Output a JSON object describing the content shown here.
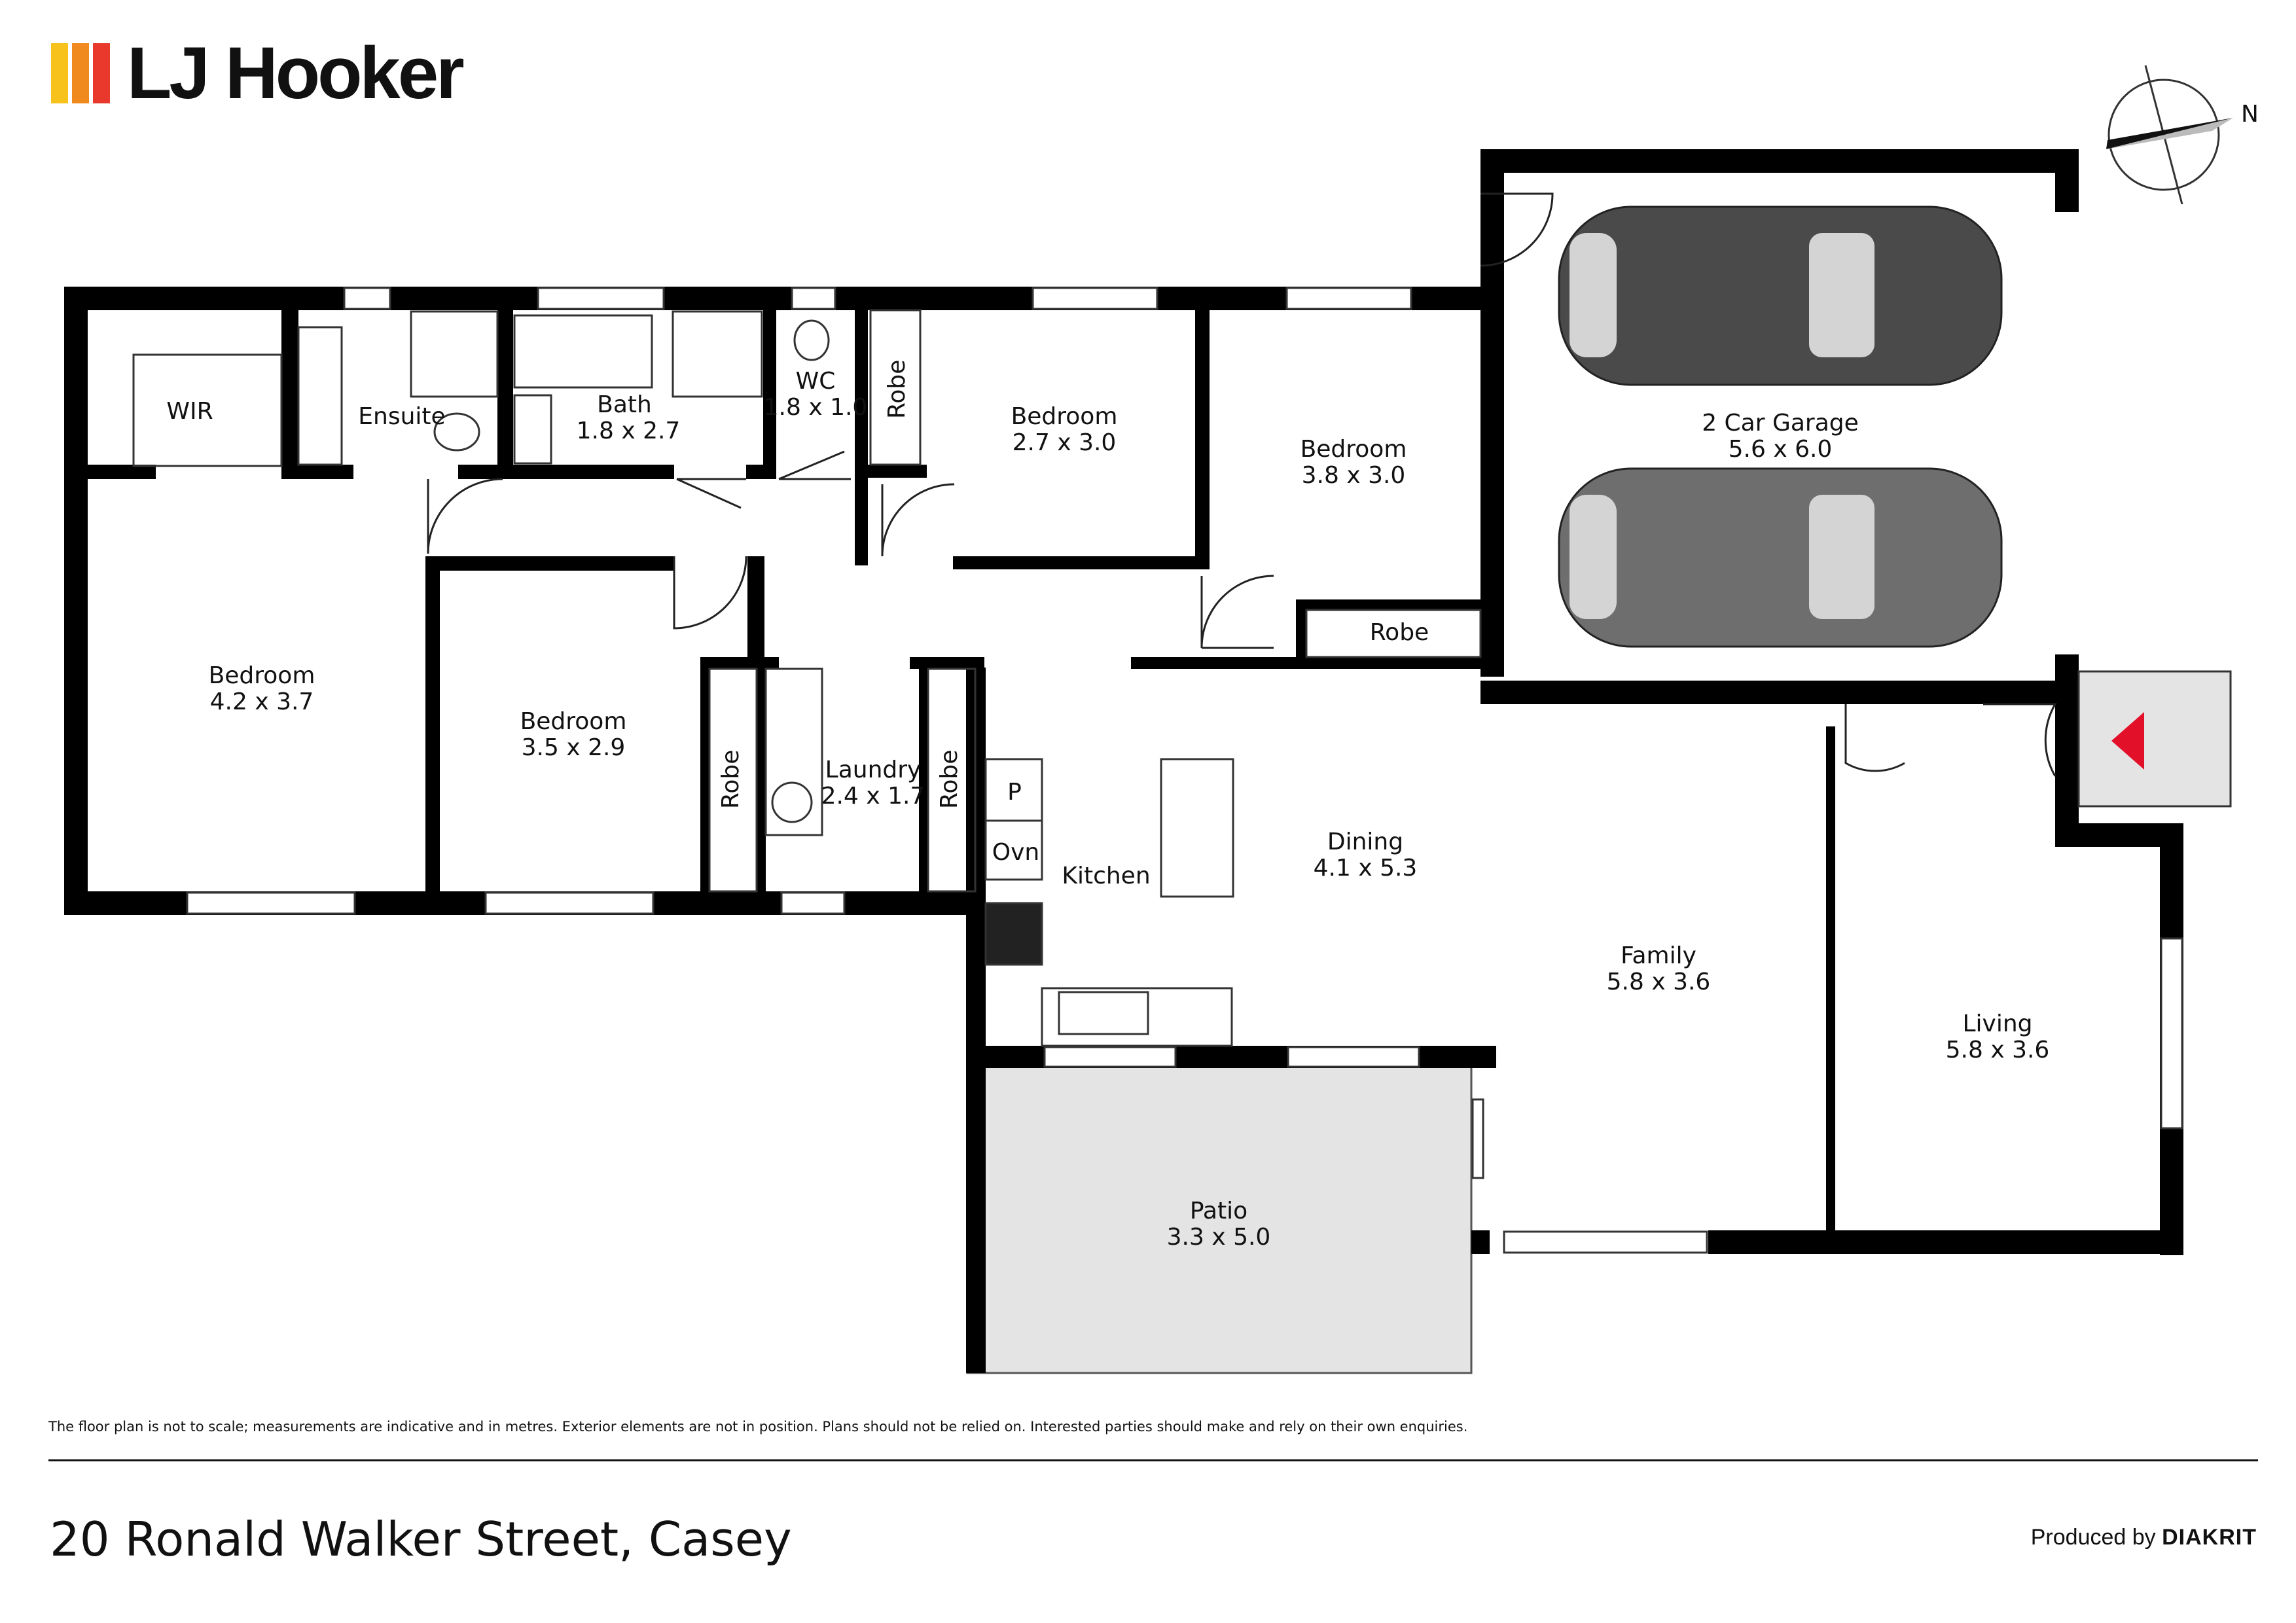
{
  "brand": {
    "name": "LJ Hooker",
    "colors": [
      "#f6c21b",
      "#f08a1e",
      "#e8392c"
    ]
  },
  "rooms": {
    "wir": "WIR",
    "ensuite": "Ensuite",
    "bath": {
      "name": "Bath",
      "size": "1.8 x 2.7"
    },
    "wc": {
      "name": "WC",
      "size": "1.8 x 1.0"
    },
    "robe_top": "Robe",
    "bedroom_27": {
      "name": "Bedroom",
      "size": "2.7 x 3.0"
    },
    "bedroom_38": {
      "name": "Bedroom",
      "size": "3.8 x 3.0"
    },
    "robe_right": "Robe",
    "garage": {
      "name": "2 Car Garage",
      "size": "5.6 x 6.0"
    },
    "bedroom_42": {
      "name": "Bedroom",
      "size": "4.2 x 3.7"
    },
    "bedroom_35": {
      "name": "Bedroom",
      "size": "3.5 x 2.9"
    },
    "robe_left": "Robe",
    "laundry": {
      "name": "Laundry",
      "size": "2.4 x 1.7"
    },
    "robe_laundry": "Robe",
    "pantry": "P",
    "oven": "Ovn",
    "kitchen": "Kitchen",
    "dining": {
      "name": "Dining",
      "size": "4.1 x 5.3"
    },
    "family": {
      "name": "Family",
      "size": "5.8 x 3.6"
    },
    "living": {
      "name": "Living",
      "size": "5.8 x 3.6"
    },
    "patio": {
      "name": "Patio",
      "size": "3.3 x 5.0"
    }
  },
  "compass": {
    "north": "N"
  },
  "colors": {
    "wall": "#000000",
    "car_dark": "#4a4a4a",
    "car_mid": "#6e6e6e",
    "patio": "#e4e4e4",
    "entry_marker": "#e3102a"
  },
  "footer": {
    "disclaimer": "The floor plan is not to scale; measurements are indicative and in metres. Exterior elements are not in position. Plans should not be relied on. Interested parties should make and rely on their own enquiries.",
    "address": "20 Ronald Walker Street, Casey",
    "produced_prefix": "Produced by",
    "produced_brand": "DIAKRIT"
  }
}
